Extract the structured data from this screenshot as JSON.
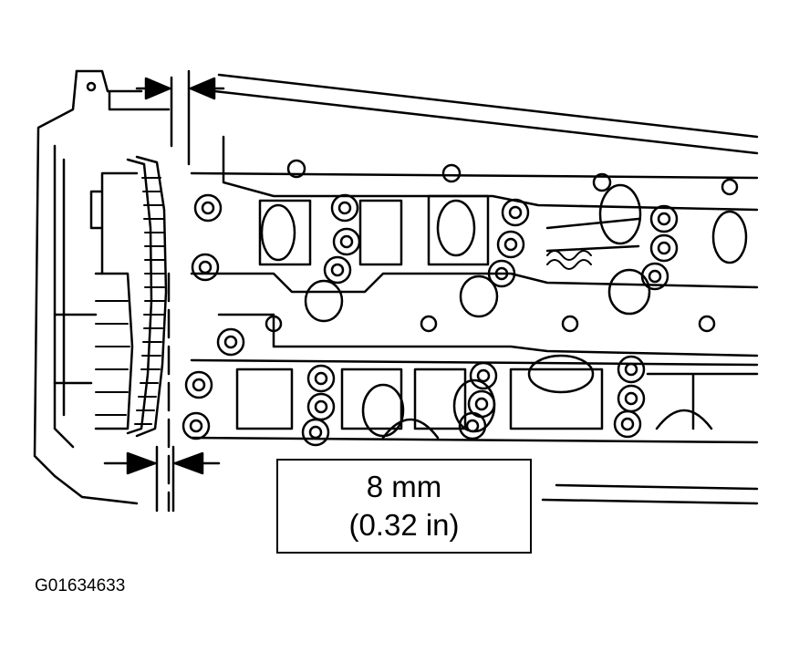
{
  "figure": {
    "measurement_metric": "8 mm",
    "measurement_imperial": "(0.32 in)",
    "figure_id": "G01634633"
  },
  "colors": {
    "ink": "#000000",
    "paper": "#ffffff"
  },
  "icons": [
    "dimension-arrow-icon",
    "bolt-icon"
  ]
}
